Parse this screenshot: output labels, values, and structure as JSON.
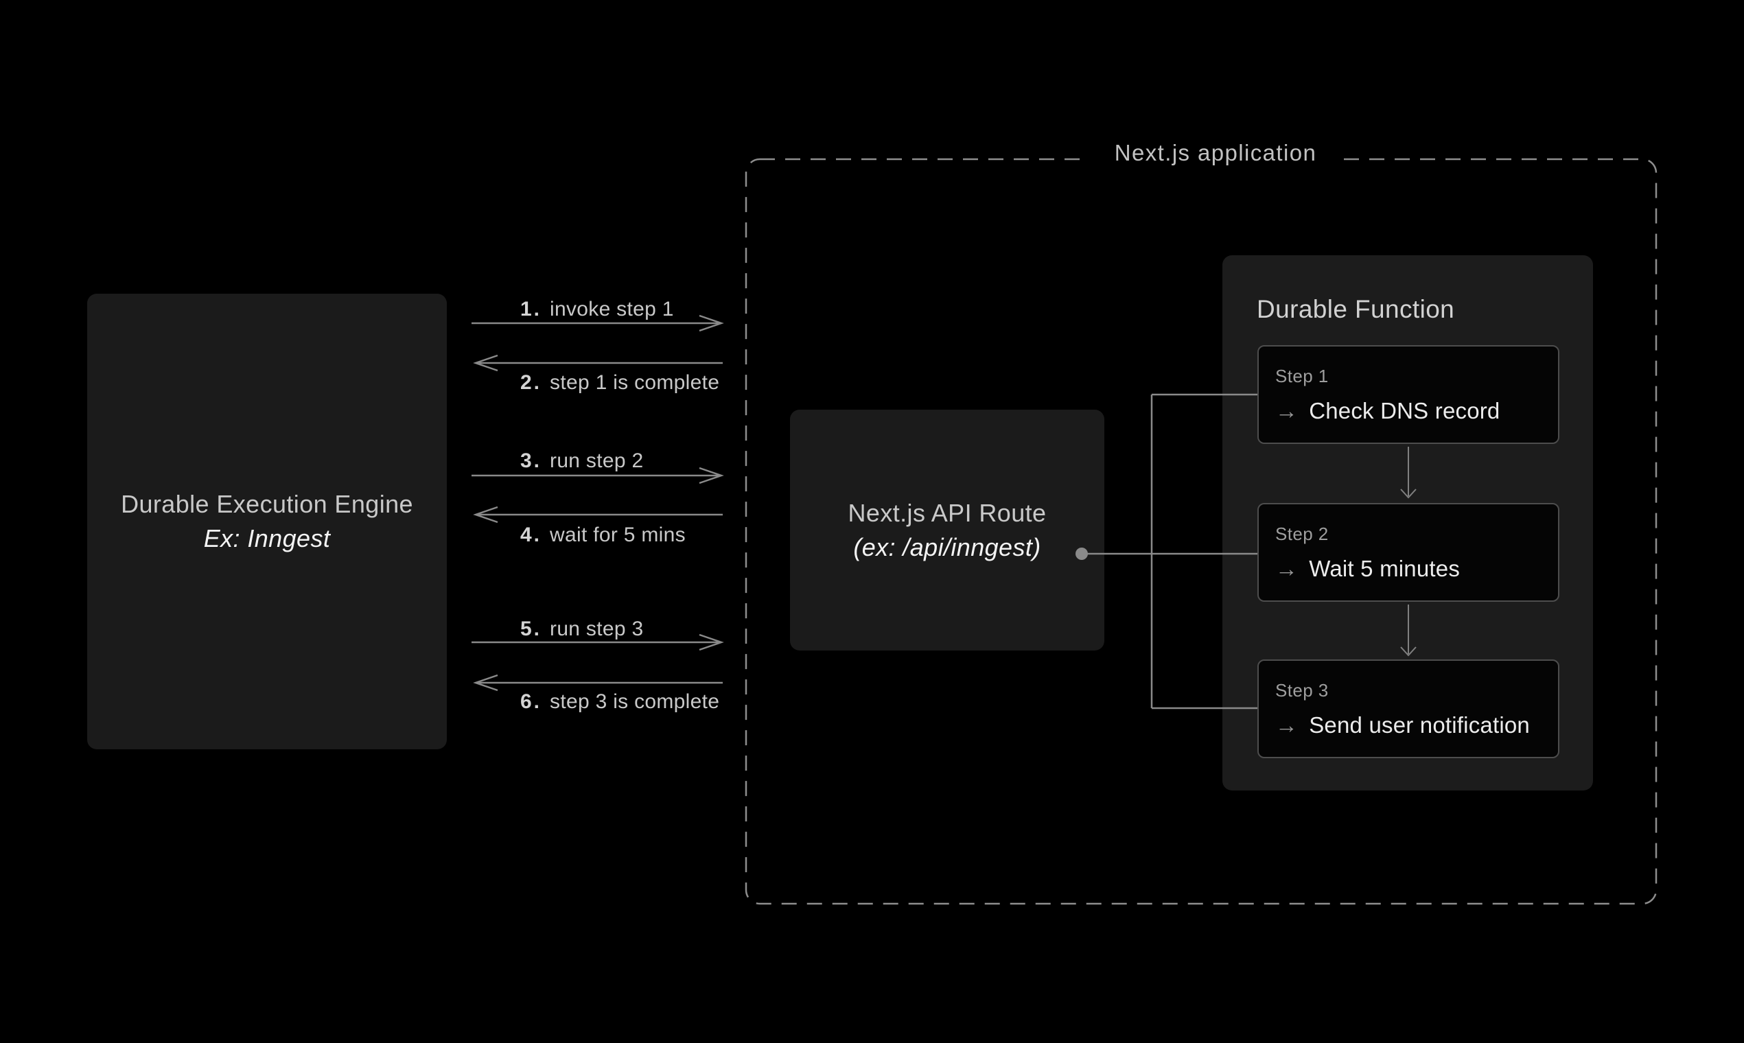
{
  "app_label": "Next.js application",
  "engine": {
    "title": "Durable Execution Engine",
    "subtitle": "Ex: Inngest"
  },
  "api_route": {
    "title": "Next.js API Route",
    "subtitle": "(ex: /api/inngest)"
  },
  "messages": [
    {
      "num": "1.",
      "label": "invoke step 1",
      "direction": "right"
    },
    {
      "num": "2.",
      "label": "step 1 is complete",
      "direction": "left"
    },
    {
      "num": "3.",
      "label": "run step 2",
      "direction": "right"
    },
    {
      "num": "4.",
      "label": "wait for 5 mins",
      "direction": "left"
    },
    {
      "num": "5.",
      "label": "run step 3",
      "direction": "right"
    },
    {
      "num": "6.",
      "label": "step 3 is complete",
      "direction": "left"
    }
  ],
  "durable_function": {
    "title": "Durable Function",
    "steps": [
      {
        "label": "Step 1",
        "arrow": "→",
        "action": "Check DNS record"
      },
      {
        "label": "Step 2",
        "arrow": "→",
        "action": "Wait 5 minutes"
      },
      {
        "label": "Step 3",
        "arrow": "→",
        "action": "Send user notification"
      }
    ]
  },
  "colors": {
    "background": "#000000",
    "panel": "#1b1b1b",
    "step_box": "#050505",
    "step_border": "#4d4d4d",
    "line": "#8a8a8a",
    "dash_border": "#8e8e8e",
    "text_bright": "#f4f4f4",
    "text_label": "#c9c9c9",
    "text_muted": "#9e9e9e"
  }
}
